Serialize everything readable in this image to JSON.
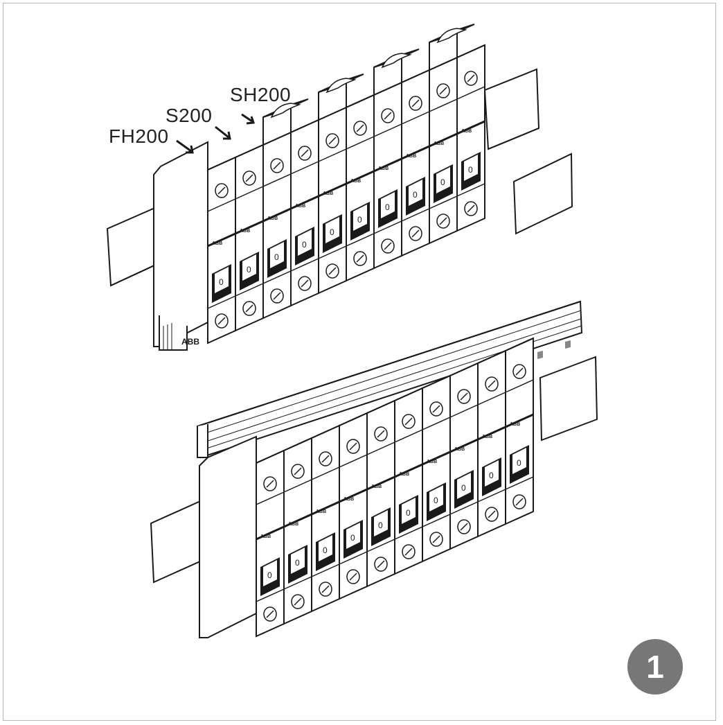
{
  "labels": {
    "fh200": "FH200",
    "s200": "S200",
    "sh200": "SH200"
  },
  "brand_text": "ABB",
  "toggle_text": "0",
  "step_number": "1",
  "colors": {
    "line": "#1a1a1a",
    "fill": "#ffffff",
    "badge": "#777777",
    "rail_shadow": "#d9d9d9"
  }
}
